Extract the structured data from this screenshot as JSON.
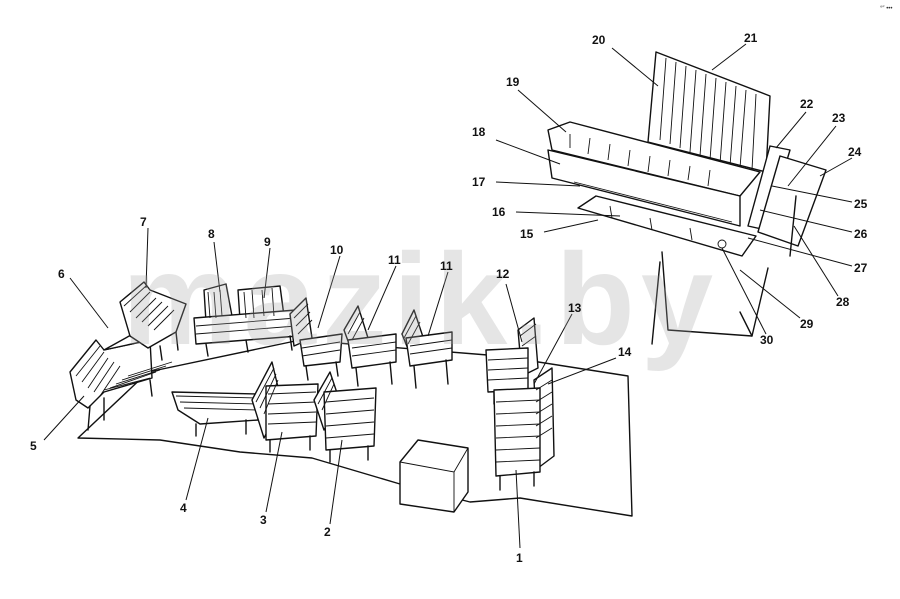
{
  "watermark": "mazik.by",
  "corner_mark": "°″ •••",
  "callouts": [
    "1",
    "2",
    "3",
    "4",
    "5",
    "6",
    "7",
    "8",
    "9",
    "10",
    "11",
    "11",
    "12",
    "13",
    "14",
    "15",
    "16",
    "17",
    "18",
    "19",
    "20",
    "21",
    "22",
    "23",
    "24",
    "25",
    "26",
    "27",
    "28",
    "29",
    "30"
  ]
}
